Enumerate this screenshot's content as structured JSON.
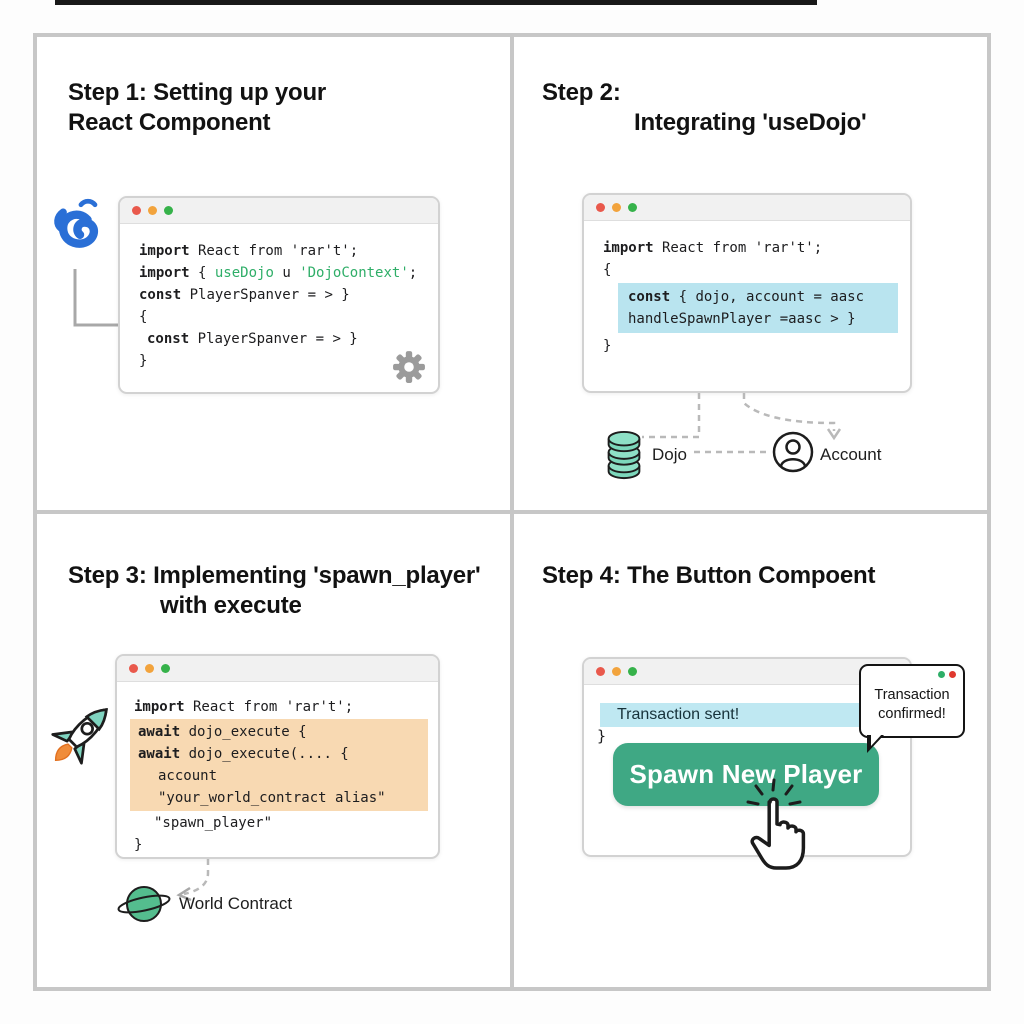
{
  "panels": {
    "step1": {
      "title_line1": "Step 1: Setting up your",
      "title_line2": "React Component",
      "code": {
        "l1_kw": "import",
        "l1_rest": " React from 'rar't';",
        "l2_kw": "import",
        "l2_mid": " { ",
        "l2_fn": "useDojo",
        "l2_u": " u ",
        "l2_str": "'DojoContext'",
        "l2_end": ";",
        "l3_kw": "const",
        "l3_rest": " PlayerSpanver = > }",
        "l4": "{",
        "l5_kw": "const",
        "l5_rest": " PlayerSpanver = > }",
        "l6": "}"
      }
    },
    "step2": {
      "title_line1": "Step 2:",
      "title_line2": "Integrating 'useDojo'",
      "code": {
        "l1_kw": "import",
        "l1_rest": " React from 'rar't';",
        "l2": "{",
        "h1_kw": "const",
        "h1_rest": " { dojo, account = aasc",
        "h2": "handleSpawnPlayer =aasc > }",
        "l5": "}"
      },
      "labels": {
        "dojo": "Dojo",
        "account": "Account"
      }
    },
    "step3": {
      "title_line1": "Step 3: Implementing 'spawn_player'",
      "title_line2": "with execute",
      "code": {
        "l1_kw": "import",
        "l1_rest": " React from 'rar't';",
        "h1_kw": "await",
        "h1_rest": " dojo_execute {",
        "h2_kw": "await",
        "h2_rest": " dojo_execute(.... {",
        "h3": "account",
        "h4": "\"your_world_contract alias\"",
        "l6": "\"spawn_player\"",
        "l7": "}"
      },
      "labels": {
        "world_contract": "World Contract"
      }
    },
    "step4": {
      "title": "Step 4: The Button Compoent",
      "status_sent": "Transaction sent!",
      "brace": "}",
      "button_label": "Spawn New Player",
      "bubble_line1": "Transaction",
      "bubble_line2": "confirmed!"
    }
  },
  "colors": {
    "accent_button_green": "#3fa884",
    "highlight_blue": "#b9e4ef",
    "status_strip_blue": "#bfe8f2",
    "highlight_orange": "#f8d9b2",
    "code_string_green": "#2fae68",
    "icon_teal": "#7cd7bb",
    "planet_green": "#54bd8e",
    "swirl_blue": "#2a6fd6",
    "traffic_red": "#e9594c",
    "traffic_yellow": "#f2a33c",
    "traffic_green": "#36b24a"
  }
}
